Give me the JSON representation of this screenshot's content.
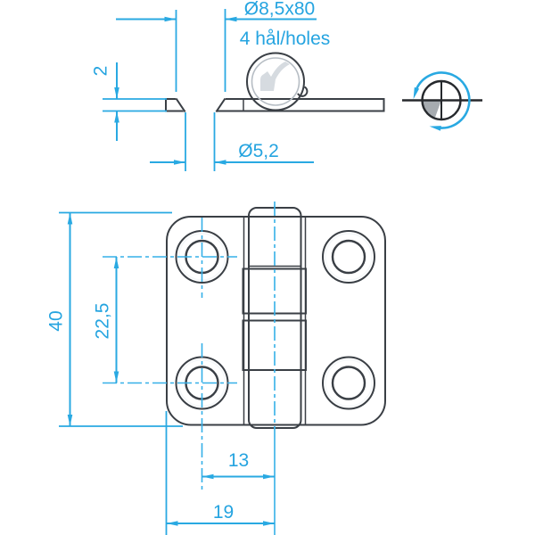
{
  "drawing": {
    "type": "technical-drawing-hinge",
    "side_view": {
      "dim_hole_pattern": "Ø8,5x80",
      "dim_hole_note": "4 hål/holes",
      "dim_thickness": "2",
      "dim_hole_diameter": "Ø5,2"
    },
    "front_view": {
      "dim_height": "40",
      "dim_hole_spacing": "22,5",
      "dim_hole_to_pin": "13",
      "dim_edge_to_pin": "19"
    },
    "symbols": {
      "rotation_symbol": "rotation-arrow-icon",
      "watermark": "brand-watermark-icon"
    },
    "colors": {
      "dimension_blue": "#29a9e2",
      "line_dark": "#3a3f45",
      "fill_light": "#e7edf2",
      "wedge_gray": "#a6abb0"
    }
  }
}
